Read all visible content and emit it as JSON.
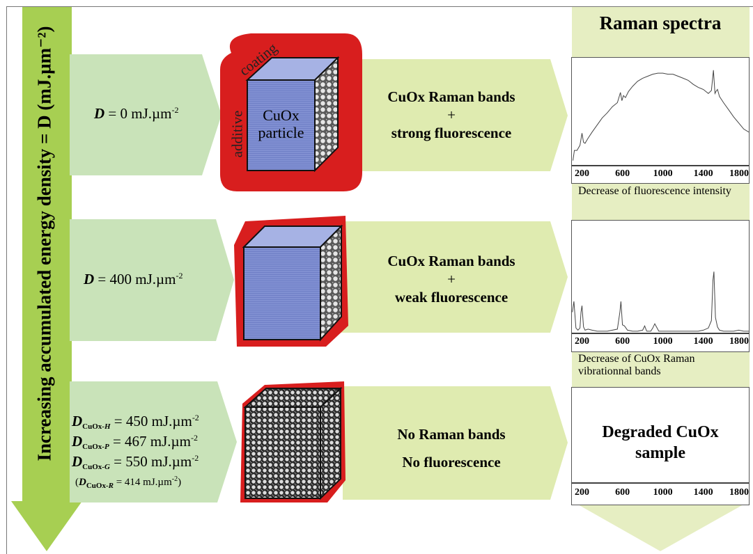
{
  "axis_label": "Increasing accumulated energy density = D (mJ.µm⁻²)",
  "rows": [
    {
      "dose": {
        "sym": "D",
        "rest": " = 0 mJ.µm",
        "exp": "-2"
      },
      "band": {
        "line1": "CuOx Raman bands",
        "plus": "+",
        "line2": "strong fluorescence"
      },
      "caption": "Decrease of fluorescence intensity"
    },
    {
      "dose": {
        "sym": "D",
        "rest": " = 400 mJ.µm",
        "exp": "-2"
      },
      "band": {
        "line1": "CuOx Raman bands",
        "plus": "+",
        "line2": "weak fluorescence"
      },
      "caption": "Decrease of CuOx Raman vibrationnal bands"
    },
    {
      "doses": [
        {
          "sym": "D",
          "sub": "CuOx-",
          "subi": "H",
          "rest": " = 450 mJ.µm",
          "exp": "-2"
        },
        {
          "sym": "D",
          "sub": "CuOx-",
          "subi": "P",
          "rest": " = 467 mJ.µm",
          "exp": "-2"
        },
        {
          "sym": "D",
          "sub": "CuOx-",
          "subi": "G",
          "rest": " = 550 mJ.µm",
          "exp": "-2"
        }
      ],
      "dose_note": {
        "open": "(",
        "sym": "D",
        "sub": "CuOx-",
        "subi": "R",
        "rest": " = 414 mJ.µm",
        "exp": "-2",
        "close": ")"
      },
      "band": {
        "line1": "No Raman bands",
        "line2": "No fluorescence"
      },
      "degraded": [
        "Degraded CuOx",
        "sample"
      ]
    }
  ],
  "cube": {
    "label1": "CuOx",
    "label2": "particle",
    "coating1": "additive",
    "coating2": "coating"
  },
  "right_title": "Raman spectra",
  "ticks": [
    "200",
    "600",
    "1000",
    "1400",
    "1800"
  ],
  "colors": {
    "axis_arrow": "#a7cf52",
    "dose_band": "#c9e3b9",
    "raman_band": "#dfebb0",
    "coating": "#d81e1e",
    "cube_face": "#7b8ccf",
    "title_bg": "#eef3cc"
  },
  "chart_data": [
    {
      "type": "line",
      "title": "",
      "xlabel": "",
      "ylabel": "",
      "xlim": [
        100,
        1850
      ],
      "x": [
        110,
        125,
        150,
        180,
        200,
        215,
        230,
        260,
        300,
        350,
        400,
        450,
        500,
        550,
        580,
        595,
        610,
        630,
        660,
        700,
        750,
        800,
        850,
        900,
        950,
        1000,
        1050,
        1100,
        1150,
        1200,
        1250,
        1300,
        1350,
        1400,
        1450,
        1480,
        1500,
        1515,
        1525,
        1540,
        1560,
        1600,
        1650,
        1700,
        1750,
        1800,
        1850
      ],
      "y": [
        0.05,
        0.15,
        0.15,
        0.2,
        0.32,
        0.23,
        0.22,
        0.27,
        0.33,
        0.4,
        0.47,
        0.52,
        0.58,
        0.62,
        0.72,
        0.64,
        0.69,
        0.67,
        0.73,
        0.78,
        0.83,
        0.86,
        0.88,
        0.9,
        0.91,
        0.91,
        0.9,
        0.9,
        0.88,
        0.86,
        0.84,
        0.8,
        0.77,
        0.75,
        0.71,
        0.74,
        0.94,
        0.71,
        0.73,
        0.75,
        0.68,
        0.62,
        0.55,
        0.48,
        0.42,
        0.36,
        0.33
      ]
    },
    {
      "type": "line",
      "title": "",
      "xlabel": "",
      "ylabel": "",
      "xlim": [
        100,
        1850
      ],
      "x": [
        105,
        120,
        140,
        160,
        180,
        190,
        200,
        215,
        230,
        260,
        300,
        350,
        400,
        450,
        500,
        550,
        575,
        585,
        600,
        620,
        650,
        700,
        750,
        800,
        820,
        840,
        880,
        900,
        920,
        960,
        1000,
        1050,
        1100,
        1150,
        1200,
        1250,
        1300,
        1350,
        1400,
        1450,
        1480,
        1495,
        1505,
        1520,
        1540,
        1560,
        1600,
        1650,
        1700,
        1750,
        1800,
        1850
      ],
      "y": [
        0.2,
        0.3,
        0.05,
        0.03,
        0.05,
        0.2,
        0.26,
        0.06,
        0.03,
        0.04,
        0.03,
        0.02,
        0.02,
        0.02,
        0.03,
        0.04,
        0.2,
        0.3,
        0.08,
        0.07,
        0.03,
        0.02,
        0.02,
        0.03,
        0.07,
        0.02,
        0.02,
        0.05,
        0.09,
        0.02,
        0.02,
        0.02,
        0.02,
        0.02,
        0.02,
        0.02,
        0.02,
        0.02,
        0.03,
        0.05,
        0.12,
        0.5,
        0.58,
        0.15,
        0.06,
        0.03,
        0.02,
        0.02,
        0.02,
        0.03,
        0.02,
        0.02
      ]
    }
  ]
}
